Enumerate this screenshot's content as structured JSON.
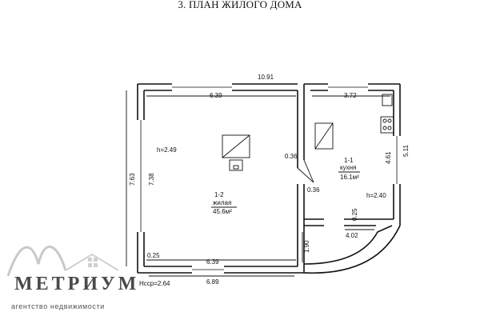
{
  "title": "3. ПЛАН ЖИЛОГО ДОМА",
  "dimensions": {
    "overall_top": "10.91",
    "living_top": "6.39",
    "kitchen_top": "3.72",
    "outer_left": "7.63",
    "inner_left": "7.38",
    "kitchen_right_inner": "4.61",
    "outer_right": "5.11",
    "partition_upper": "0.36",
    "partition_lower": "0.36",
    "living_bottom_inner": "6.39",
    "outer_bottom": "6.89",
    "corner_bottom_left": "0.25",
    "porch_height": "1.90",
    "porch_width": "4.02",
    "porch_step": "0.25"
  },
  "rooms": {
    "living": {
      "id": "1-2",
      "name": "жилая",
      "area": "45.6м²",
      "height": "h=2.49"
    },
    "kitchen": {
      "id": "1-1",
      "name": "кухня",
      "area": "16.1м²",
      "height": "h=2.40"
    }
  },
  "footnote": "Нсср=2.64",
  "logo": {
    "name": "МЕТРИУМ",
    "tagline": "агентство недвижимости"
  },
  "icons": [
    "window-icon",
    "stove-icon",
    "chimney-icon",
    "logo-roof-icon"
  ]
}
